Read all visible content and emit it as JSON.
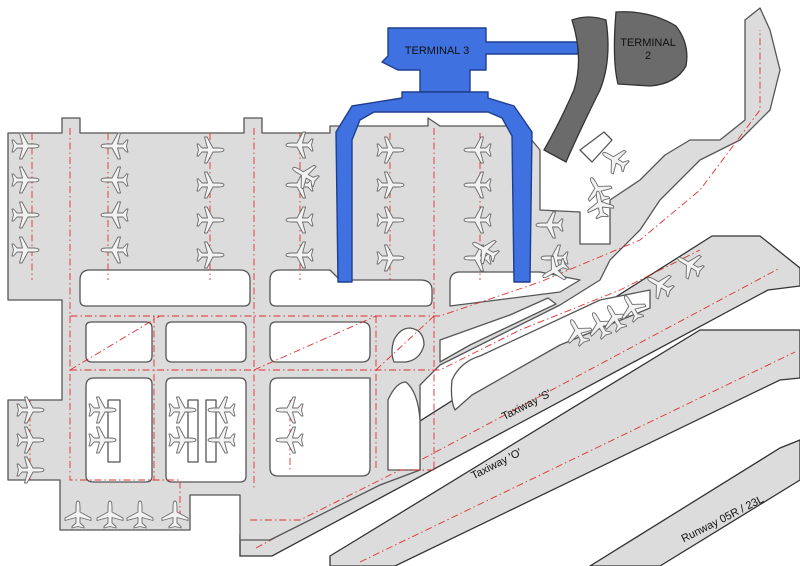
{
  "terminals": {
    "terminal_3": "TERMINAL 3",
    "terminal_2_line1": "TERMINAL",
    "terminal_2_line2": "2"
  },
  "taxiways": {
    "s": "Taxiway 'S'",
    "o": "Taxiway 'O'"
  },
  "runway": "Runway 05R / 23L",
  "colors": {
    "apron": "#dcdcdc",
    "taxi_centerline": "#e03030",
    "terminal_3": "#3f72e0",
    "terminal_2": "#6b6b6b"
  },
  "icons": [
    "aircraft-icon"
  ]
}
